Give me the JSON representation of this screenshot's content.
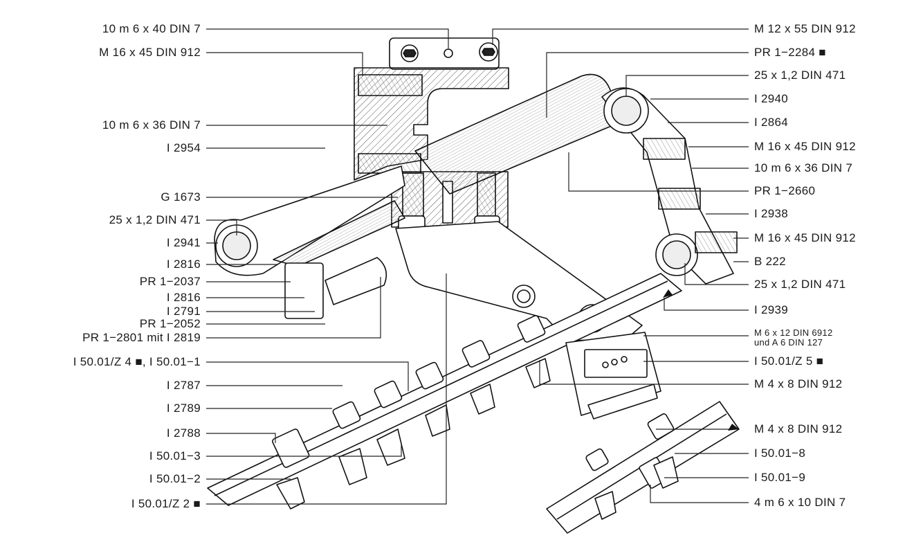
{
  "labels": {
    "left": [
      "10 m 6 x 40 DIN 7",
      "M 16 x 45 DIN 912",
      "10 m 6 x 36 DIN 7",
      "I 2954",
      "G 1673",
      "25 x 1,2 DIN 471",
      "I 2941",
      "I 2816",
      "PR 1−2037",
      "I 2816",
      "I 2791",
      "PR 1−2052",
      "PR 1−2801 mit I 2819",
      "I 50.01/Z 4 ■, I 50.01−1",
      "I 2787",
      "I 2789",
      "I 2788",
      "I 50.01−3",
      "I 50.01−2",
      "I 50.01/Z 2 ■"
    ],
    "right": [
      "M 12 x 55 DIN 912",
      "PR 1−2284 ■",
      "25 x 1,2 DIN 471",
      "I 2940",
      "I 2864",
      "M 16 x 45 DIN 912",
      "10 m 6 x 36 DIN 7",
      "PR 1−2660",
      "I 2938",
      "M 16 x 45 DIN 912",
      "B 222",
      "25 x 1,2 DIN 471",
      "I 2939",
      "M 6 x 12 DIN 6912",
      "und A 6 DIN 127",
      "I 50.01/Z 5 ■",
      "M 4 x 8 DIN 912",
      "M 4 x 8 DIN 912",
      "I 50.01−8",
      "I 50.01−9",
      "4 m 6 x 10 DIN 7"
    ]
  }
}
